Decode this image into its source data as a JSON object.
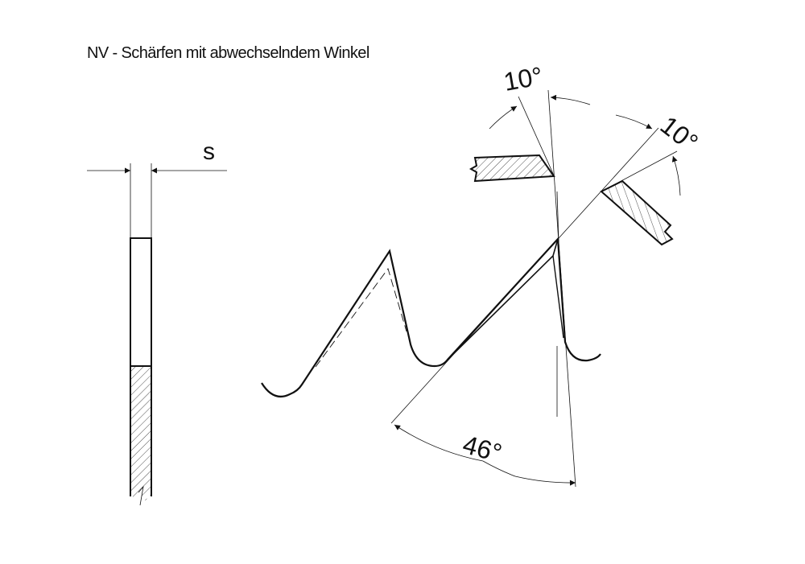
{
  "title": "NV - Schärfen mit abwechselndem Winkel",
  "labels": {
    "thickness": "s",
    "angle_top_left": "10°",
    "angle_top_right": "10°",
    "angle_wedge": "46°"
  },
  "colors": {
    "line": "#111111",
    "background": "#ffffff"
  }
}
